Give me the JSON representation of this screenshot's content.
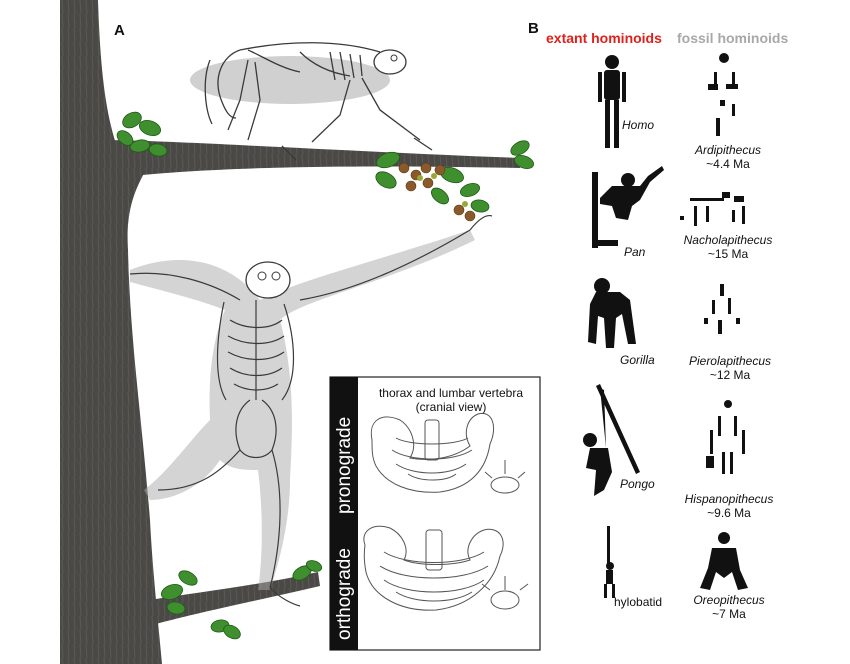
{
  "panel_a": {
    "label": "A",
    "inset": {
      "title_line1": "thorax and lumbar vertebra",
      "title_line2": "(cranial view)",
      "pronograde_label": "pronograde",
      "orthograde_label": "orthograde"
    }
  },
  "panel_b": {
    "label": "B",
    "extant_header": "extant hominoids",
    "fossil_header": "fossil hominoids",
    "extant": [
      {
        "name": "Homo"
      },
      {
        "name": "Pan"
      },
      {
        "name": "Gorilla"
      },
      {
        "name": "Pongo"
      },
      {
        "name": "hylobatid"
      }
    ],
    "fossil": [
      {
        "name": "Ardipithecus",
        "age": "~4.4 Ma"
      },
      {
        "name": "Nacholapithecus",
        "age": "~15 Ma"
      },
      {
        "name": "Pierolapithecus",
        "age": "~12 Ma"
      },
      {
        "name": "Hispanopithecus",
        "age": "~9.6 Ma"
      },
      {
        "name": "Oreopithecus",
        "age": "~7 Ma"
      }
    ]
  },
  "colors": {
    "extant_header": "#e0201b",
    "fossil_header": "#a8a8a8",
    "trunk": "#4a4946",
    "leaf": "#3f8f2f",
    "shadow": "#a9a9a9"
  }
}
